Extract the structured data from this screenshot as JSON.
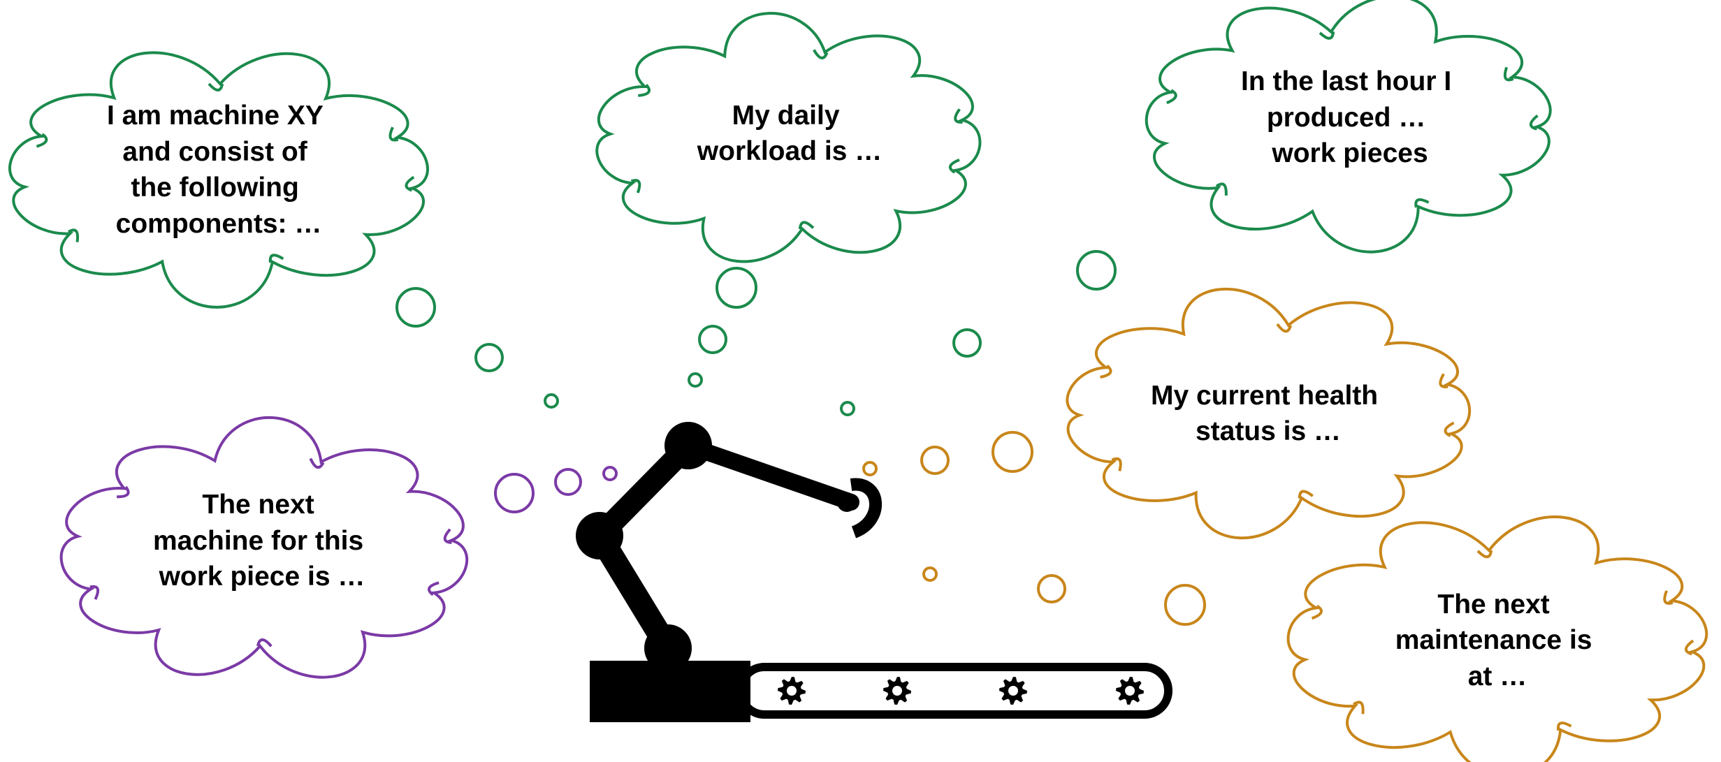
{
  "colors": {
    "green": "#1b8a4c",
    "orange": "#c8861a",
    "purple": "#7b3aa6",
    "machine": "#000000"
  },
  "thoughts": [
    {
      "id": "identity",
      "color": "green",
      "lines": [
        "I am machine XY",
        "and consist of",
        "the following",
        "components: …"
      ]
    },
    {
      "id": "workload",
      "color": "green",
      "lines": [
        "My daily",
        "workload is …"
      ]
    },
    {
      "id": "production",
      "color": "green",
      "lines": [
        "In the last hour I",
        "produced …",
        "work pieces"
      ]
    },
    {
      "id": "health",
      "color": "orange",
      "lines": [
        "My current health",
        "status is …"
      ]
    },
    {
      "id": "next-machine",
      "color": "purple",
      "lines": [
        "The next",
        "machine for this",
        "work piece is …"
      ]
    },
    {
      "id": "maintenance",
      "color": "orange",
      "lines": [
        "The next",
        "maintenance is",
        "at …"
      ]
    }
  ],
  "machine_icon": "robot-arm-on-conveyor-icon",
  "gear_icon": "gear-icon"
}
